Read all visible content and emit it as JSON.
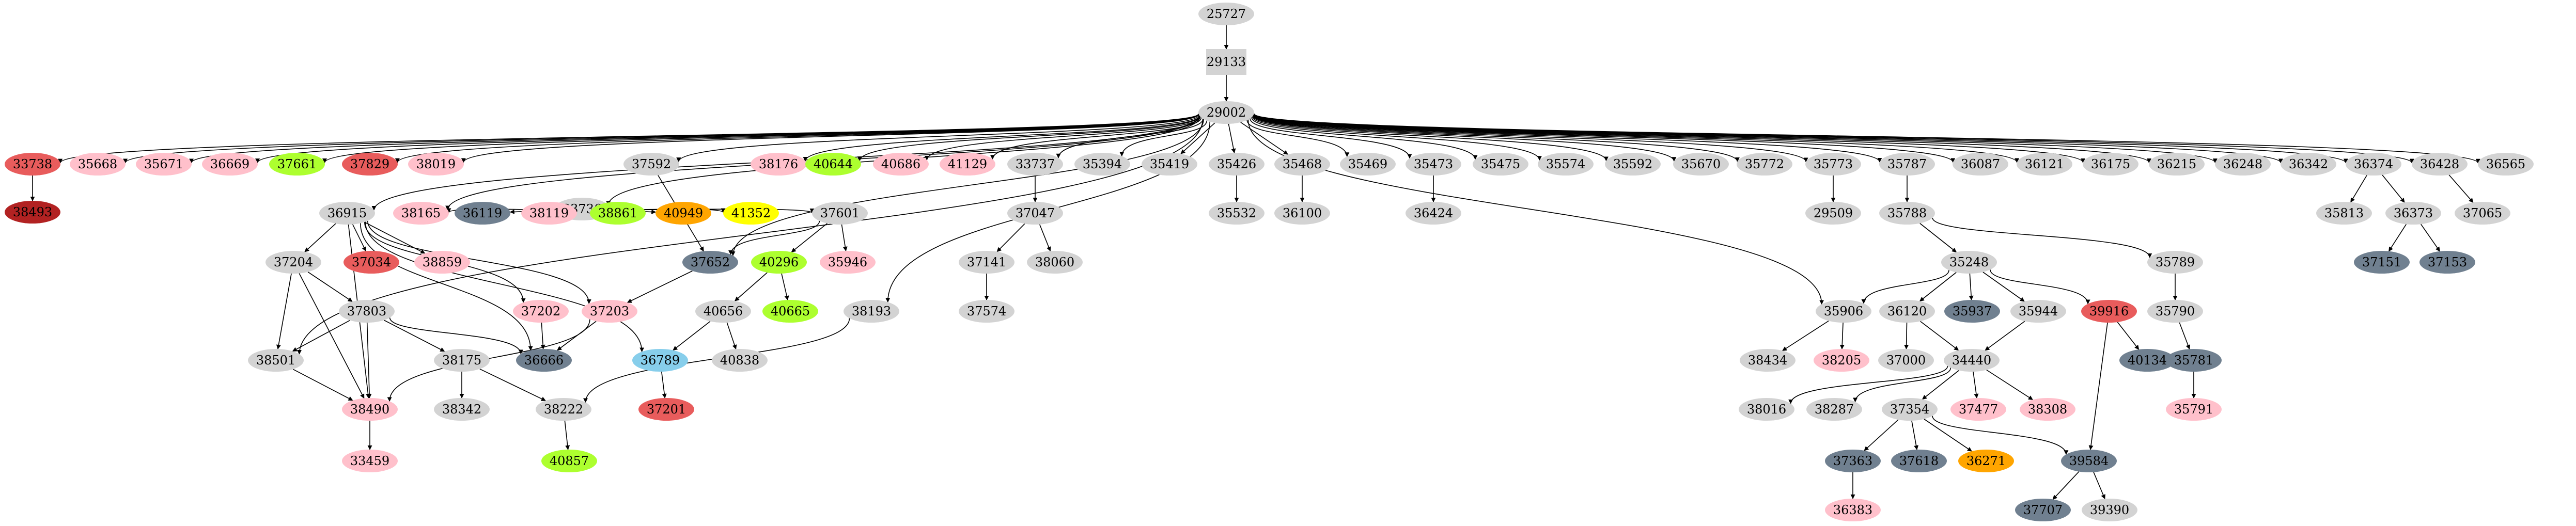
{
  "colors": {
    "gray": "#d3d3d3",
    "pink": "#ffc0cb",
    "red": "#e85c5c",
    "darkred": "#b22222",
    "green": "#adff2f",
    "orange": "#ffa500",
    "yellow": "#ffff00",
    "slate": "#708090",
    "skyblue": "#87ceeb",
    "edge": "#000000",
    "text": "#000000"
  },
  "nodes": [
    {
      "id": "25727",
      "label": "25727",
      "fill": "gray",
      "shape": "ellipse"
    },
    {
      "id": "29133",
      "label": "29133",
      "fill": "gray",
      "shape": "box"
    },
    {
      "id": "29002",
      "label": "29002",
      "fill": "gray",
      "shape": "ellipse"
    },
    {
      "id": "33738",
      "label": "33738",
      "fill": "red",
      "shape": "ellipse"
    },
    {
      "id": "38493",
      "label": "38493",
      "fill": "darkred",
      "shape": "ellipse"
    },
    {
      "id": "35668",
      "label": "35668",
      "fill": "pink",
      "shape": "ellipse"
    },
    {
      "id": "35671",
      "label": "35671",
      "fill": "pink",
      "shape": "ellipse"
    },
    {
      "id": "36669",
      "label": "36669",
      "fill": "pink",
      "shape": "ellipse"
    },
    {
      "id": "37661",
      "label": "37661",
      "fill": "green",
      "shape": "ellipse"
    },
    {
      "id": "37829",
      "label": "37829",
      "fill": "red",
      "shape": "ellipse"
    },
    {
      "id": "38019",
      "label": "38019",
      "fill": "pink",
      "shape": "ellipse"
    },
    {
      "id": "36915",
      "label": "36915",
      "fill": "gray",
      "shape": "ellipse"
    },
    {
      "id": "38165",
      "label": "38165",
      "fill": "pink",
      "shape": "ellipse"
    },
    {
      "id": "33736",
      "label": "33736",
      "fill": "gray",
      "shape": "ellipse"
    },
    {
      "id": "36119",
      "label": "36119",
      "fill": "slate",
      "shape": "ellipse"
    },
    {
      "id": "38119",
      "label": "38119",
      "fill": "pink",
      "shape": "ellipse"
    },
    {
      "id": "38861",
      "label": "38861",
      "fill": "green",
      "shape": "ellipse"
    },
    {
      "id": "40949",
      "label": "40949",
      "fill": "orange",
      "shape": "ellipse"
    },
    {
      "id": "41352",
      "label": "41352",
      "fill": "yellow",
      "shape": "ellipse"
    },
    {
      "id": "37592",
      "label": "37592",
      "fill": "gray",
      "shape": "ellipse"
    },
    {
      "id": "38176",
      "label": "38176",
      "fill": "pink",
      "shape": "ellipse"
    },
    {
      "id": "40644",
      "label": "40644",
      "fill": "green",
      "shape": "ellipse"
    },
    {
      "id": "40686",
      "label": "40686",
      "fill": "pink",
      "shape": "ellipse"
    },
    {
      "id": "41129",
      "label": "41129",
      "fill": "pink",
      "shape": "ellipse"
    },
    {
      "id": "33737",
      "label": "33737",
      "fill": "gray",
      "shape": "ellipse"
    },
    {
      "id": "35394",
      "label": "35394",
      "fill": "gray",
      "shape": "ellipse"
    },
    {
      "id": "35419",
      "label": "35419",
      "fill": "gray",
      "shape": "ellipse"
    },
    {
      "id": "35426",
      "label": "35426",
      "fill": "gray",
      "shape": "ellipse"
    },
    {
      "id": "35468",
      "label": "35468",
      "fill": "gray",
      "shape": "ellipse"
    },
    {
      "id": "35469",
      "label": "35469",
      "fill": "gray",
      "shape": "ellipse"
    },
    {
      "id": "35473",
      "label": "35473",
      "fill": "gray",
      "shape": "ellipse"
    },
    {
      "id": "35475",
      "label": "35475",
      "fill": "gray",
      "shape": "ellipse"
    },
    {
      "id": "35574",
      "label": "35574",
      "fill": "gray",
      "shape": "ellipse"
    },
    {
      "id": "35592",
      "label": "35592",
      "fill": "gray",
      "shape": "ellipse"
    },
    {
      "id": "35670",
      "label": "35670",
      "fill": "gray",
      "shape": "ellipse"
    },
    {
      "id": "35772",
      "label": "35772",
      "fill": "gray",
      "shape": "ellipse"
    },
    {
      "id": "35773",
      "label": "35773",
      "fill": "gray",
      "shape": "ellipse"
    },
    {
      "id": "35787",
      "label": "35787",
      "fill": "gray",
      "shape": "ellipse"
    },
    {
      "id": "36087",
      "label": "36087",
      "fill": "gray",
      "shape": "ellipse"
    },
    {
      "id": "36121",
      "label": "36121",
      "fill": "gray",
      "shape": "ellipse"
    },
    {
      "id": "36175",
      "label": "36175",
      "fill": "gray",
      "shape": "ellipse"
    },
    {
      "id": "36215",
      "label": "36215",
      "fill": "gray",
      "shape": "ellipse"
    },
    {
      "id": "36248",
      "label": "36248",
      "fill": "gray",
      "shape": "ellipse"
    },
    {
      "id": "36342",
      "label": "36342",
      "fill": "gray",
      "shape": "ellipse"
    },
    {
      "id": "36374",
      "label": "36374",
      "fill": "gray",
      "shape": "ellipse"
    },
    {
      "id": "36428",
      "label": "36428",
      "fill": "gray",
      "shape": "ellipse"
    },
    {
      "id": "36565",
      "label": "36565",
      "fill": "gray",
      "shape": "ellipse"
    },
    {
      "id": "37601",
      "label": "37601",
      "fill": "gray",
      "shape": "ellipse"
    },
    {
      "id": "37047",
      "label": "37047",
      "fill": "gray",
      "shape": "ellipse"
    },
    {
      "id": "35532",
      "label": "35532",
      "fill": "gray",
      "shape": "ellipse"
    },
    {
      "id": "36100",
      "label": "36100",
      "fill": "gray",
      "shape": "ellipse"
    },
    {
      "id": "36424",
      "label": "36424",
      "fill": "gray",
      "shape": "ellipse"
    },
    {
      "id": "29509",
      "label": "29509",
      "fill": "gray",
      "shape": "ellipse"
    },
    {
      "id": "35788",
      "label": "35788",
      "fill": "gray",
      "shape": "ellipse"
    },
    {
      "id": "35813",
      "label": "35813",
      "fill": "gray",
      "shape": "ellipse"
    },
    {
      "id": "36373",
      "label": "36373",
      "fill": "gray",
      "shape": "ellipse"
    },
    {
      "id": "37065",
      "label": "37065",
      "fill": "gray",
      "shape": "ellipse"
    },
    {
      "id": "37204",
      "label": "37204",
      "fill": "gray",
      "shape": "ellipse"
    },
    {
      "id": "37034",
      "label": "37034",
      "fill": "red",
      "shape": "ellipse"
    },
    {
      "id": "38859",
      "label": "38859",
      "fill": "pink",
      "shape": "ellipse"
    },
    {
      "id": "37652",
      "label": "37652",
      "fill": "slate",
      "shape": "ellipse"
    },
    {
      "id": "40296",
      "label": "40296",
      "fill": "green",
      "shape": "ellipse"
    },
    {
      "id": "35946",
      "label": "35946",
      "fill": "pink",
      "shape": "ellipse"
    },
    {
      "id": "37141",
      "label": "37141",
      "fill": "gray",
      "shape": "ellipse"
    },
    {
      "id": "38060",
      "label": "38060",
      "fill": "gray",
      "shape": "ellipse"
    },
    {
      "id": "35248",
      "label": "35248",
      "fill": "gray",
      "shape": "ellipse"
    },
    {
      "id": "35789",
      "label": "35789",
      "fill": "gray",
      "shape": "ellipse"
    },
    {
      "id": "37151",
      "label": "37151",
      "fill": "slate",
      "shape": "ellipse"
    },
    {
      "id": "37153",
      "label": "37153",
      "fill": "slate",
      "shape": "ellipse"
    },
    {
      "id": "37803",
      "label": "37803",
      "fill": "gray",
      "shape": "ellipse"
    },
    {
      "id": "37202",
      "label": "37202",
      "fill": "pink",
      "shape": "ellipse"
    },
    {
      "id": "37203",
      "label": "37203",
      "fill": "pink",
      "shape": "ellipse"
    },
    {
      "id": "40656",
      "label": "40656",
      "fill": "gray",
      "shape": "ellipse"
    },
    {
      "id": "40665",
      "label": "40665",
      "fill": "green",
      "shape": "ellipse"
    },
    {
      "id": "38193",
      "label": "38193",
      "fill": "gray",
      "shape": "ellipse"
    },
    {
      "id": "37574",
      "label": "37574",
      "fill": "gray",
      "shape": "ellipse"
    },
    {
      "id": "35906",
      "label": "35906",
      "fill": "gray",
      "shape": "ellipse"
    },
    {
      "id": "36120",
      "label": "36120",
      "fill": "gray",
      "shape": "ellipse"
    },
    {
      "id": "35937",
      "label": "35937",
      "fill": "slate",
      "shape": "ellipse"
    },
    {
      "id": "35944",
      "label": "35944",
      "fill": "gray",
      "shape": "ellipse"
    },
    {
      "id": "39916",
      "label": "39916",
      "fill": "red",
      "shape": "ellipse"
    },
    {
      "id": "35790",
      "label": "35790",
      "fill": "gray",
      "shape": "ellipse"
    },
    {
      "id": "38501",
      "label": "38501",
      "fill": "gray",
      "shape": "ellipse"
    },
    {
      "id": "38175",
      "label": "38175",
      "fill": "gray",
      "shape": "ellipse"
    },
    {
      "id": "36666",
      "label": "36666",
      "fill": "slate",
      "shape": "ellipse"
    },
    {
      "id": "36789",
      "label": "36789",
      "fill": "skyblue",
      "shape": "ellipse"
    },
    {
      "id": "40838",
      "label": "40838",
      "fill": "gray",
      "shape": "ellipse"
    },
    {
      "id": "38434",
      "label": "38434",
      "fill": "gray",
      "shape": "ellipse"
    },
    {
      "id": "38205",
      "label": "38205",
      "fill": "pink",
      "shape": "ellipse"
    },
    {
      "id": "37000",
      "label": "37000",
      "fill": "gray",
      "shape": "ellipse"
    },
    {
      "id": "34440",
      "label": "34440",
      "fill": "gray",
      "shape": "ellipse"
    },
    {
      "id": "40134",
      "label": "40134",
      "fill": "slate",
      "shape": "ellipse"
    },
    {
      "id": "35781",
      "label": "35781",
      "fill": "slate",
      "shape": "ellipse"
    },
    {
      "id": "38490",
      "label": "38490",
      "fill": "pink",
      "shape": "ellipse"
    },
    {
      "id": "38342",
      "label": "38342",
      "fill": "gray",
      "shape": "ellipse"
    },
    {
      "id": "38222",
      "label": "38222",
      "fill": "gray",
      "shape": "ellipse"
    },
    {
      "id": "37201",
      "label": "37201",
      "fill": "red",
      "shape": "ellipse"
    },
    {
      "id": "38016",
      "label": "38016",
      "fill": "gray",
      "shape": "ellipse"
    },
    {
      "id": "38287",
      "label": "38287",
      "fill": "gray",
      "shape": "ellipse"
    },
    {
      "id": "37354",
      "label": "37354",
      "fill": "gray",
      "shape": "ellipse"
    },
    {
      "id": "37477",
      "label": "37477",
      "fill": "pink",
      "shape": "ellipse"
    },
    {
      "id": "38308",
      "label": "38308",
      "fill": "pink",
      "shape": "ellipse"
    },
    {
      "id": "35791",
      "label": "35791",
      "fill": "pink",
      "shape": "ellipse"
    },
    {
      "id": "33459",
      "label": "33459",
      "fill": "pink",
      "shape": "ellipse"
    },
    {
      "id": "40857",
      "label": "40857",
      "fill": "green",
      "shape": "ellipse"
    },
    {
      "id": "37363",
      "label": "37363",
      "fill": "slate",
      "shape": "ellipse"
    },
    {
      "id": "37618",
      "label": "37618",
      "fill": "slate",
      "shape": "ellipse"
    },
    {
      "id": "36271",
      "label": "36271",
      "fill": "orange",
      "shape": "ellipse"
    },
    {
      "id": "39584",
      "label": "39584",
      "fill": "slate",
      "shape": "ellipse"
    },
    {
      "id": "36383",
      "label": "36383",
      "fill": "pink",
      "shape": "ellipse"
    },
    {
      "id": "37707",
      "label": "37707",
      "fill": "slate",
      "shape": "ellipse"
    },
    {
      "id": "39390",
      "label": "39390",
      "fill": "gray",
      "shape": "ellipse"
    }
  ],
  "edges": [
    [
      "25727",
      "29133"
    ],
    [
      "29133",
      "29002"
    ],
    [
      "29002",
      "33738"
    ],
    [
      "29002",
      "35668"
    ],
    [
      "29002",
      "35671"
    ],
    [
      "29002",
      "36669"
    ],
    [
      "29002",
      "37661"
    ],
    [
      "29002",
      "37829"
    ],
    [
      "29002",
      "38019"
    ],
    [
      "29002",
      "36915"
    ],
    [
      "29002",
      "38165"
    ],
    [
      "29002",
      "33736"
    ],
    [
      "29002",
      "37592"
    ],
    [
      "29002",
      "38176"
    ],
    [
      "29002",
      "40644"
    ],
    [
      "29002",
      "40686"
    ],
    [
      "29002",
      "41129"
    ],
    [
      "29002",
      "33737"
    ],
    [
      "29002",
      "35394"
    ],
    [
      "29002",
      "35419"
    ],
    [
      "29002",
      "35426"
    ],
    [
      "29002",
      "35468"
    ],
    [
      "29002",
      "35469"
    ],
    [
      "29002",
      "35473"
    ],
    [
      "29002",
      "35475"
    ],
    [
      "29002",
      "35574"
    ],
    [
      "29002",
      "35592"
    ],
    [
      "29002",
      "35670"
    ],
    [
      "29002",
      "35772"
    ],
    [
      "29002",
      "35773"
    ],
    [
      "29002",
      "35787"
    ],
    [
      "29002",
      "36087"
    ],
    [
      "29002",
      "36121"
    ],
    [
      "29002",
      "36175"
    ],
    [
      "29002",
      "36215"
    ],
    [
      "29002",
      "36248"
    ],
    [
      "29002",
      "36342"
    ],
    [
      "29002",
      "36374"
    ],
    [
      "29002",
      "36428"
    ],
    [
      "29002",
      "36565"
    ],
    [
      "29002",
      "38501"
    ],
    [
      "29002",
      "35906"
    ],
    [
      "29002",
      "38193"
    ],
    [
      "29002",
      "37652"
    ],
    [
      "33738",
      "38493"
    ],
    [
      "33736",
      "38165"
    ],
    [
      "33736",
      "36119"
    ],
    [
      "33736",
      "38119"
    ],
    [
      "33736",
      "38861"
    ],
    [
      "33736",
      "40949"
    ],
    [
      "33736",
      "41352"
    ],
    [
      "33736",
      "37601"
    ],
    [
      "36915",
      "37204"
    ],
    [
      "36915",
      "37034"
    ],
    [
      "36915",
      "38859"
    ],
    [
      "36915",
      "37202"
    ],
    [
      "36915",
      "37203"
    ],
    [
      "36915",
      "38490"
    ],
    [
      "36915",
      "36666"
    ],
    [
      "36915",
      "36789"
    ],
    [
      "37592",
      "37652"
    ],
    [
      "37601",
      "37652"
    ],
    [
      "37601",
      "40296"
    ],
    [
      "37601",
      "35946"
    ],
    [
      "33737",
      "37047"
    ],
    [
      "37047",
      "37141"
    ],
    [
      "37047",
      "38060"
    ],
    [
      "37141",
      "37574"
    ],
    [
      "35426",
      "35532"
    ],
    [
      "35468",
      "36100"
    ],
    [
      "35473",
      "36424"
    ],
    [
      "35773",
      "29509"
    ],
    [
      "35787",
      "35788"
    ],
    [
      "35788",
      "35248"
    ],
    [
      "35788",
      "35789"
    ],
    [
      "36374",
      "35813"
    ],
    [
      "36374",
      "36373"
    ],
    [
      "36373",
      "37151"
    ],
    [
      "36373",
      "37153"
    ],
    [
      "36428",
      "37065"
    ],
    [
      "37204",
      "37803"
    ],
    [
      "37204",
      "38501"
    ],
    [
      "37204",
      "38490"
    ],
    [
      "37803",
      "38501"
    ],
    [
      "37803",
      "38490"
    ],
    [
      "37803",
      "38175"
    ],
    [
      "37803",
      "36666"
    ],
    [
      "37202",
      "36666"
    ],
    [
      "37203",
      "36666"
    ],
    [
      "37203",
      "38490"
    ],
    [
      "37652",
      "37203"
    ],
    [
      "40296",
      "40656"
    ],
    [
      "40296",
      "40665"
    ],
    [
      "40656",
      "36789"
    ],
    [
      "40656",
      "40838"
    ],
    [
      "36789",
      "37201"
    ],
    [
      "38193",
      "38222"
    ],
    [
      "38501",
      "38490"
    ],
    [
      "38175",
      "38342"
    ],
    [
      "38175",
      "38222"
    ],
    [
      "38490",
      "33459"
    ],
    [
      "38222",
      "40857"
    ],
    [
      "35248",
      "35906"
    ],
    [
      "35248",
      "36120"
    ],
    [
      "35248",
      "35937"
    ],
    [
      "35248",
      "35944"
    ],
    [
      "35248",
      "39916"
    ],
    [
      "35789",
      "35790"
    ],
    [
      "35790",
      "35781"
    ],
    [
      "35781",
      "35791"
    ],
    [
      "35906",
      "38434"
    ],
    [
      "35906",
      "38205"
    ],
    [
      "36120",
      "37000"
    ],
    [
      "36120",
      "34440"
    ],
    [
      "35944",
      "34440"
    ],
    [
      "39916",
      "40134"
    ],
    [
      "39916",
      "39584"
    ],
    [
      "34440",
      "38016"
    ],
    [
      "34440",
      "38287"
    ],
    [
      "34440",
      "37354"
    ],
    [
      "34440",
      "37477"
    ],
    [
      "34440",
      "38308"
    ],
    [
      "37354",
      "37363"
    ],
    [
      "37354",
      "37618"
    ],
    [
      "37354",
      "36271"
    ],
    [
      "37354",
      "39584"
    ],
    [
      "37363",
      "36383"
    ],
    [
      "39584",
      "37707"
    ],
    [
      "39584",
      "39390"
    ]
  ]
}
